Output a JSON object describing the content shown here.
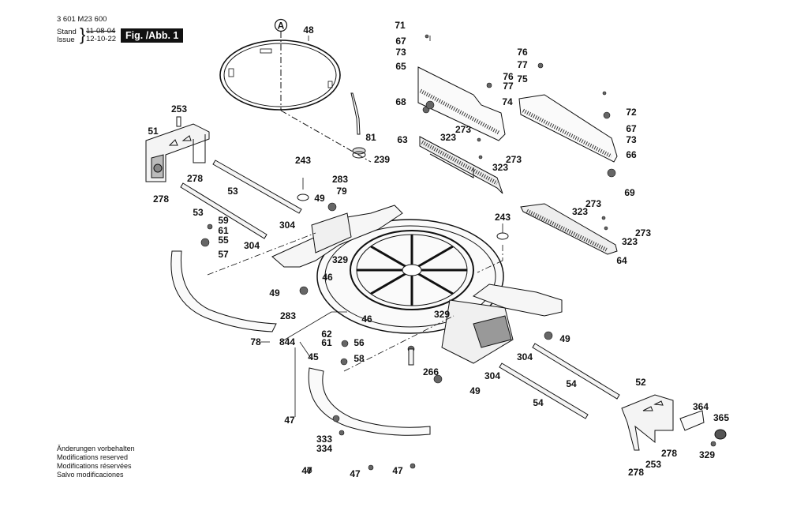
{
  "header": {
    "document_number": "3 601 M23 600",
    "stand_label": "Stand",
    "issue_label": "Issue",
    "old_date": "11-08-04",
    "new_date": "12-10-22",
    "figure_label": "Fig. /Abb. 1"
  },
  "footer": {
    "lines": [
      "Änderungen vorbehalten",
      "Modifications reserved",
      "Modifications réservées",
      "Salvo modificaciones"
    ]
  },
  "diagram": {
    "reference_marker": "A",
    "callouts": [
      {
        "id": "c48",
        "label": "48"
      },
      {
        "id": "c253a",
        "label": "253"
      },
      {
        "id": "c51",
        "label": "51"
      },
      {
        "id": "c278a",
        "label": "278"
      },
      {
        "id": "c278b",
        "label": "278"
      },
      {
        "id": "c53a",
        "label": "53"
      },
      {
        "id": "c53b",
        "label": "53"
      },
      {
        "id": "c243a",
        "label": "243"
      },
      {
        "id": "c283a",
        "label": "283"
      },
      {
        "id": "c79",
        "label": "79"
      },
      {
        "id": "c49a",
        "label": "49"
      },
      {
        "id": "c304a",
        "label": "304"
      },
      {
        "id": "c304b",
        "label": "304"
      },
      {
        "id": "c59",
        "label": "59"
      },
      {
        "id": "c61a",
        "label": "61"
      },
      {
        "id": "c55",
        "label": "55"
      },
      {
        "id": "c57",
        "label": "57"
      },
      {
        "id": "c329a",
        "label": "329"
      },
      {
        "id": "c46a",
        "label": "46"
      },
      {
        "id": "c49b",
        "label": "49"
      },
      {
        "id": "c46b",
        "label": "46"
      },
      {
        "id": "c329b",
        "label": "329"
      },
      {
        "id": "c283b",
        "label": "283"
      },
      {
        "id": "c78",
        "label": "78"
      },
      {
        "id": "c844",
        "label": "844"
      },
      {
        "id": "c62",
        "label": "62"
      },
      {
        "id": "c61b",
        "label": "61"
      },
      {
        "id": "c56",
        "label": "56"
      },
      {
        "id": "c45",
        "label": "45"
      },
      {
        "id": "c58",
        "label": "58"
      },
      {
        "id": "c266",
        "label": "266"
      },
      {
        "id": "c49c",
        "label": "49"
      },
      {
        "id": "c47a",
        "label": "47"
      },
      {
        "id": "c333",
        "label": "333"
      },
      {
        "id": "c334",
        "label": "334"
      },
      {
        "id": "c47b",
        "label": "47"
      },
      {
        "id": "c47c",
        "label": "47"
      },
      {
        "id": "c47d",
        "label": "47"
      },
      {
        "id": "c81",
        "label": "81"
      },
      {
        "id": "c239",
        "label": "239"
      },
      {
        "id": "c71",
        "label": "71"
      },
      {
        "id": "c67a",
        "label": "67"
      },
      {
        "id": "c73a",
        "label": "73"
      },
      {
        "id": "c65",
        "label": "65"
      },
      {
        "id": "c68",
        "label": "68"
      },
      {
        "id": "c63",
        "label": "63"
      },
      {
        "id": "c323a",
        "label": "323"
      },
      {
        "id": "c273a",
        "label": "273"
      },
      {
        "id": "c273b",
        "label": "273"
      },
      {
        "id": "c323b",
        "label": "323"
      },
      {
        "id": "c76a",
        "label": "76"
      },
      {
        "id": "c77a",
        "label": "77"
      },
      {
        "id": "c74",
        "label": "74"
      },
      {
        "id": "c76b",
        "label": "76"
      },
      {
        "id": "c77b",
        "label": "77"
      },
      {
        "id": "c75",
        "label": "75"
      },
      {
        "id": "c72",
        "label": "72"
      },
      {
        "id": "c67b",
        "label": "67"
      },
      {
        "id": "c73b",
        "label": "73"
      },
      {
        "id": "c66",
        "label": "66"
      },
      {
        "id": "c69",
        "label": "69"
      },
      {
        "id": "c243b",
        "label": "243"
      },
      {
        "id": "c273c",
        "label": "273"
      },
      {
        "id": "c323c",
        "label": "323"
      },
      {
        "id": "c273d",
        "label": "273"
      },
      {
        "id": "c323d",
        "label": "323"
      },
      {
        "id": "c64",
        "label": "64"
      },
      {
        "id": "c49d",
        "label": "49"
      },
      {
        "id": "c304c",
        "label": "304"
      },
      {
        "id": "c304d",
        "label": "304"
      },
      {
        "id": "c54a",
        "label": "54"
      },
      {
        "id": "c54b",
        "label": "54"
      },
      {
        "id": "c49e",
        "label": "49"
      },
      {
        "id": "c52",
        "label": "52"
      },
      {
        "id": "c364",
        "label": "364"
      },
      {
        "id": "c365",
        "label": "365"
      },
      {
        "id": "c278c",
        "label": "278"
      },
      {
        "id": "c278d",
        "label": "278"
      },
      {
        "id": "c253b",
        "label": "253"
      },
      {
        "id": "c329c",
        "label": "329"
      }
    ]
  }
}
